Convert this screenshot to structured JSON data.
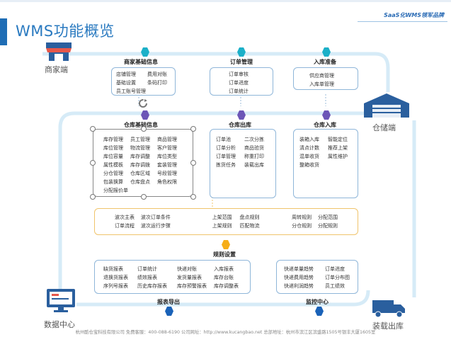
{
  "header": {
    "title": "WMS功能概览",
    "brand": "SaaS化WMS领军品牌"
  },
  "actors": {
    "merchant": "商家端",
    "warehouse": "仓储端",
    "data_center": "数据中心",
    "loading": "装载出库"
  },
  "modules": {
    "merchant_basic": {
      "label": "商家基础信息",
      "rows": [
        [
          "店铺管理",
          "费用对账"
        ],
        [
          "基础设置",
          "条码打印"
        ],
        [
          "员工账号管理"
        ]
      ]
    },
    "order_mgmt": {
      "label": "订单管理",
      "rows": [
        [
          "订单审核"
        ],
        [
          "订单进度"
        ],
        [
          "订单统计"
        ]
      ]
    },
    "inbound_prep": {
      "label": "入库准备",
      "rows": [
        [
          "供应商管理"
        ],
        [
          "入库单管理"
        ]
      ]
    },
    "warehouse_basic": {
      "label": "仓库基础信息",
      "rows": [
        [
          "库存管理",
          "员工管理",
          "商品管理"
        ],
        [
          "库位管理",
          "物流管理",
          "客户管理"
        ],
        [
          "库位容量",
          "库存调整",
          "库位类型"
        ],
        [
          "属性模板",
          "库存调拨",
          "套装管理"
        ],
        [
          "分仓管理",
          "仓库区域",
          "号段管理"
        ],
        [
          "包装换算",
          "仓库盘点",
          "角色权限"
        ],
        [
          "分配报价单"
        ]
      ]
    },
    "warehouse_out": {
      "label": "仓库出库",
      "rows": [
        [
          "订单池",
          "二次分拣"
        ],
        [
          "订单分析",
          "商品验货"
        ],
        [
          "订单管理",
          "称重打印"
        ],
        [
          "拣货任务",
          "装载出库"
        ]
      ]
    },
    "warehouse_in": {
      "label": "仓库入库",
      "rows": [
        [
          "装箱入库",
          "智能定位"
        ],
        [
          "清点计数",
          "推荐上架"
        ],
        [
          "混单收货",
          "属性维护"
        ],
        [
          "整箱收货"
        ]
      ]
    },
    "rules": {
      "label": "规则设置",
      "rows": [
        [
          "波次主表",
          "波次订单条件",
          "上架范围",
          "盘点规则",
          "周转规则",
          "分配范围"
        ],
        [
          "订单流程",
          "波次运行步骤",
          "上架规则",
          "匹配物流",
          "分仓规则",
          "分配规则"
        ]
      ]
    },
    "reports": {
      "label": "报表导出",
      "rows": [
        [
          "缺货报表",
          "订单统计",
          "快递对账",
          "入库报表"
        ],
        [
          "退换货报表",
          "绩效报表",
          "发货量报表",
          "库存台账"
        ],
        [
          "序列号报表",
          "历史库存报表",
          "库存预警报表",
          "库存调整表"
        ]
      ]
    },
    "monitor": {
      "label": "监控中心",
      "rows": [
        [
          "快递单量趋势",
          "订单进度"
        ],
        [
          "快递费用趋势",
          "订单分布图"
        ],
        [
          "快递利润趋势",
          "员工绩效"
        ]
      ]
    }
  },
  "footer": "杭州酷仓宝科技有限公司  免费客服：400-088-6190  公司网址：http://www.kucangbao.net    总部地址：杭州市滨江区滨盛路1505号银丰大厦1605室",
  "colors": {
    "title": "#2a7ac0",
    "flow": "#d6ebf7",
    "merchant_node": "#1cb0c8",
    "warehouse_node": "#6c56b7",
    "rules_node": "#f6ae19",
    "report_node": "#1a62b8"
  }
}
